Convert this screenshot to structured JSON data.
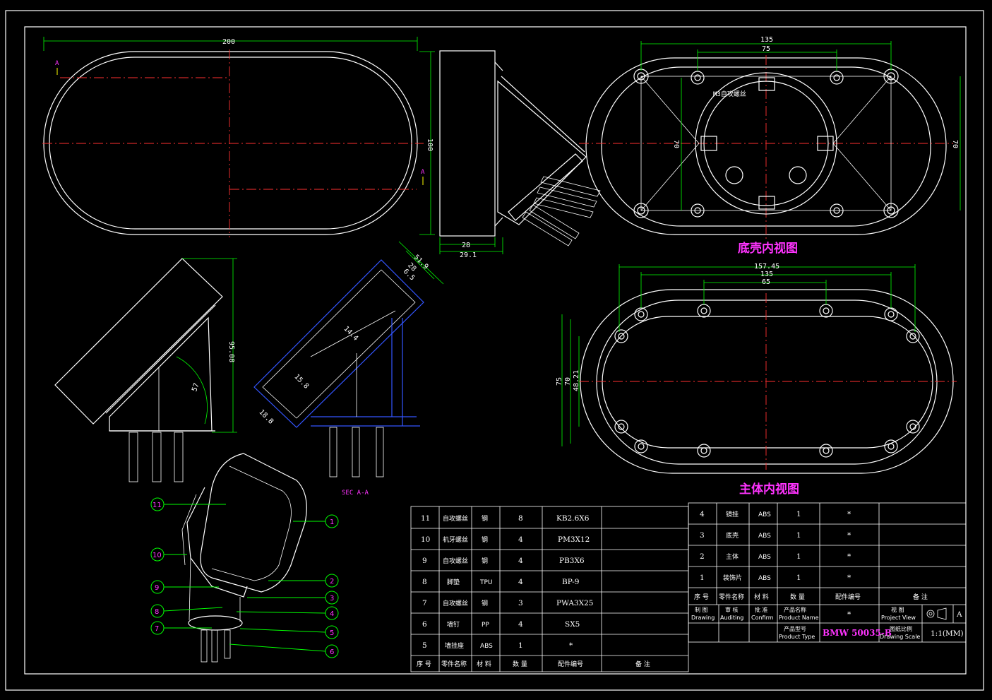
{
  "front_view": {
    "dim_width": "200",
    "dim_height": "100",
    "section_marker": "A"
  },
  "side_view": {
    "dim_28": "28",
    "dim_29_1": "29.1"
  },
  "bottom_shell_view": {
    "title": "底壳内视图",
    "dim_135": "135",
    "dim_75": "75",
    "dim_70_left": "70",
    "dim_70_right": "70",
    "screw_note": "M3自攻螺丝"
  },
  "main_body_view": {
    "title": "主体内视图",
    "dim_157_45": "157.45",
    "dim_135": "135",
    "dim_65": "65",
    "dim_75": "75",
    "dim_70": "70",
    "dim_48_21": "48.21"
  },
  "side_elevation": {
    "dim_95_08": "95.08",
    "angle": "57"
  },
  "section_view": {
    "label": "SEC A-A",
    "dim_51_9": "51.9",
    "dim_28": "28",
    "dim_6_5": "6.5",
    "dim_14_4": "14.4",
    "dim_15_8": "15.8",
    "dim_18_8": "18.8"
  },
  "iso_view": {
    "balloons_left": [
      "11",
      "10",
      "9",
      "8",
      "7"
    ],
    "balloons_right": [
      "1",
      "2",
      "3",
      "4",
      "5",
      "6"
    ]
  },
  "bom_left": {
    "rows": [
      {
        "no": "11",
        "name": "自攻螺丝",
        "mat": "钢",
        "qty": "8",
        "code": "KB2.6X6",
        "note": ""
      },
      {
        "no": "10",
        "name": "机牙螺丝",
        "mat": "钢",
        "qty": "4",
        "code": "PM3X12",
        "note": ""
      },
      {
        "no": "9",
        "name": "自攻螺丝",
        "mat": "钢",
        "qty": "4",
        "code": "PB3X6",
        "note": ""
      },
      {
        "no": "8",
        "name": "脚垫",
        "mat": "TPU",
        "qty": "4",
        "code": "BP-9",
        "note": ""
      },
      {
        "no": "7",
        "name": "自攻螺丝",
        "mat": "钢",
        "qty": "3",
        "code": "PWA3X25",
        "note": ""
      },
      {
        "no": "6",
        "name": "墙钉",
        "mat": "PP",
        "qty": "4",
        "code": "SX5",
        "note": ""
      },
      {
        "no": "5",
        "name": "墙挂座",
        "mat": "ABS",
        "qty": "1",
        "code": "*",
        "note": ""
      }
    ],
    "header": {
      "no": "序 号",
      "name": "零件名称",
      "mat": "材 料",
      "qty": "数 量",
      "code": "配件编号",
      "note": "备 注"
    }
  },
  "bom_right": {
    "rows": [
      {
        "no": "4",
        "name": "镜挂",
        "mat": "ABS",
        "qty": "1",
        "code": "*",
        "note": ""
      },
      {
        "no": "3",
        "name": "底壳",
        "mat": "ABS",
        "qty": "1",
        "code": "*",
        "note": ""
      },
      {
        "no": "2",
        "name": "主体",
        "mat": "ABS",
        "qty": "1",
        "code": "*",
        "note": ""
      },
      {
        "no": "1",
        "name": "装饰片",
        "mat": "ABS",
        "qty": "1",
        "code": "*",
        "note": ""
      }
    ],
    "header": {
      "no": "序 号",
      "name": "零件名称",
      "mat": "材 料",
      "qty": "数 量",
      "code": "配件编号",
      "note": "备 注"
    }
  },
  "title_block": {
    "draw_cn": "制 图",
    "draw_en": "Drawing",
    "audit_cn": "审 核",
    "audit_en": "Auditing",
    "confirm_cn": "批 准",
    "confirm_en": "Confirm",
    "pname_cn": "产品名称",
    "pname_en": "Product Name",
    "pname_val": "*",
    "view_cn": "视 图",
    "view_en": "Project View",
    "view_val": "A",
    "ptype_cn": "产品型号",
    "ptype_en": "Product Type",
    "ptype_val": "BMW 50035-B",
    "scale_cn": "图纸比例",
    "scale_en": "Drawing Scale",
    "scale_val": "1:1(MM)"
  },
  "colors": {
    "background": "#000000",
    "lines": "#ffffff",
    "dimensions": "#00ff00",
    "centerlines": "#ff3030",
    "section": "#3355ff",
    "titles": "#ff33ff"
  }
}
